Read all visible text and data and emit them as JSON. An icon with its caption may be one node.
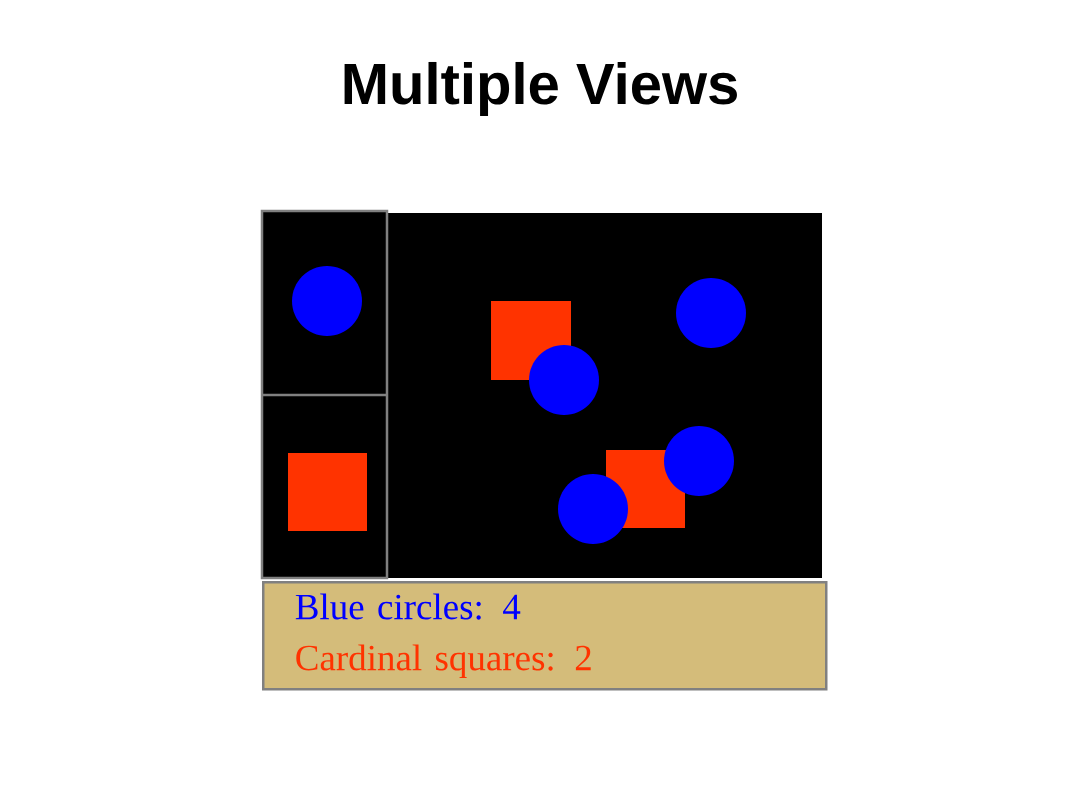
{
  "diagram": {
    "title": "Multiple Views",
    "nodes": [
      {
        "text": [
          "Blue circles: 4",
          "Cardinal squares: 2"
        ]
      }
    ]
  }
}
